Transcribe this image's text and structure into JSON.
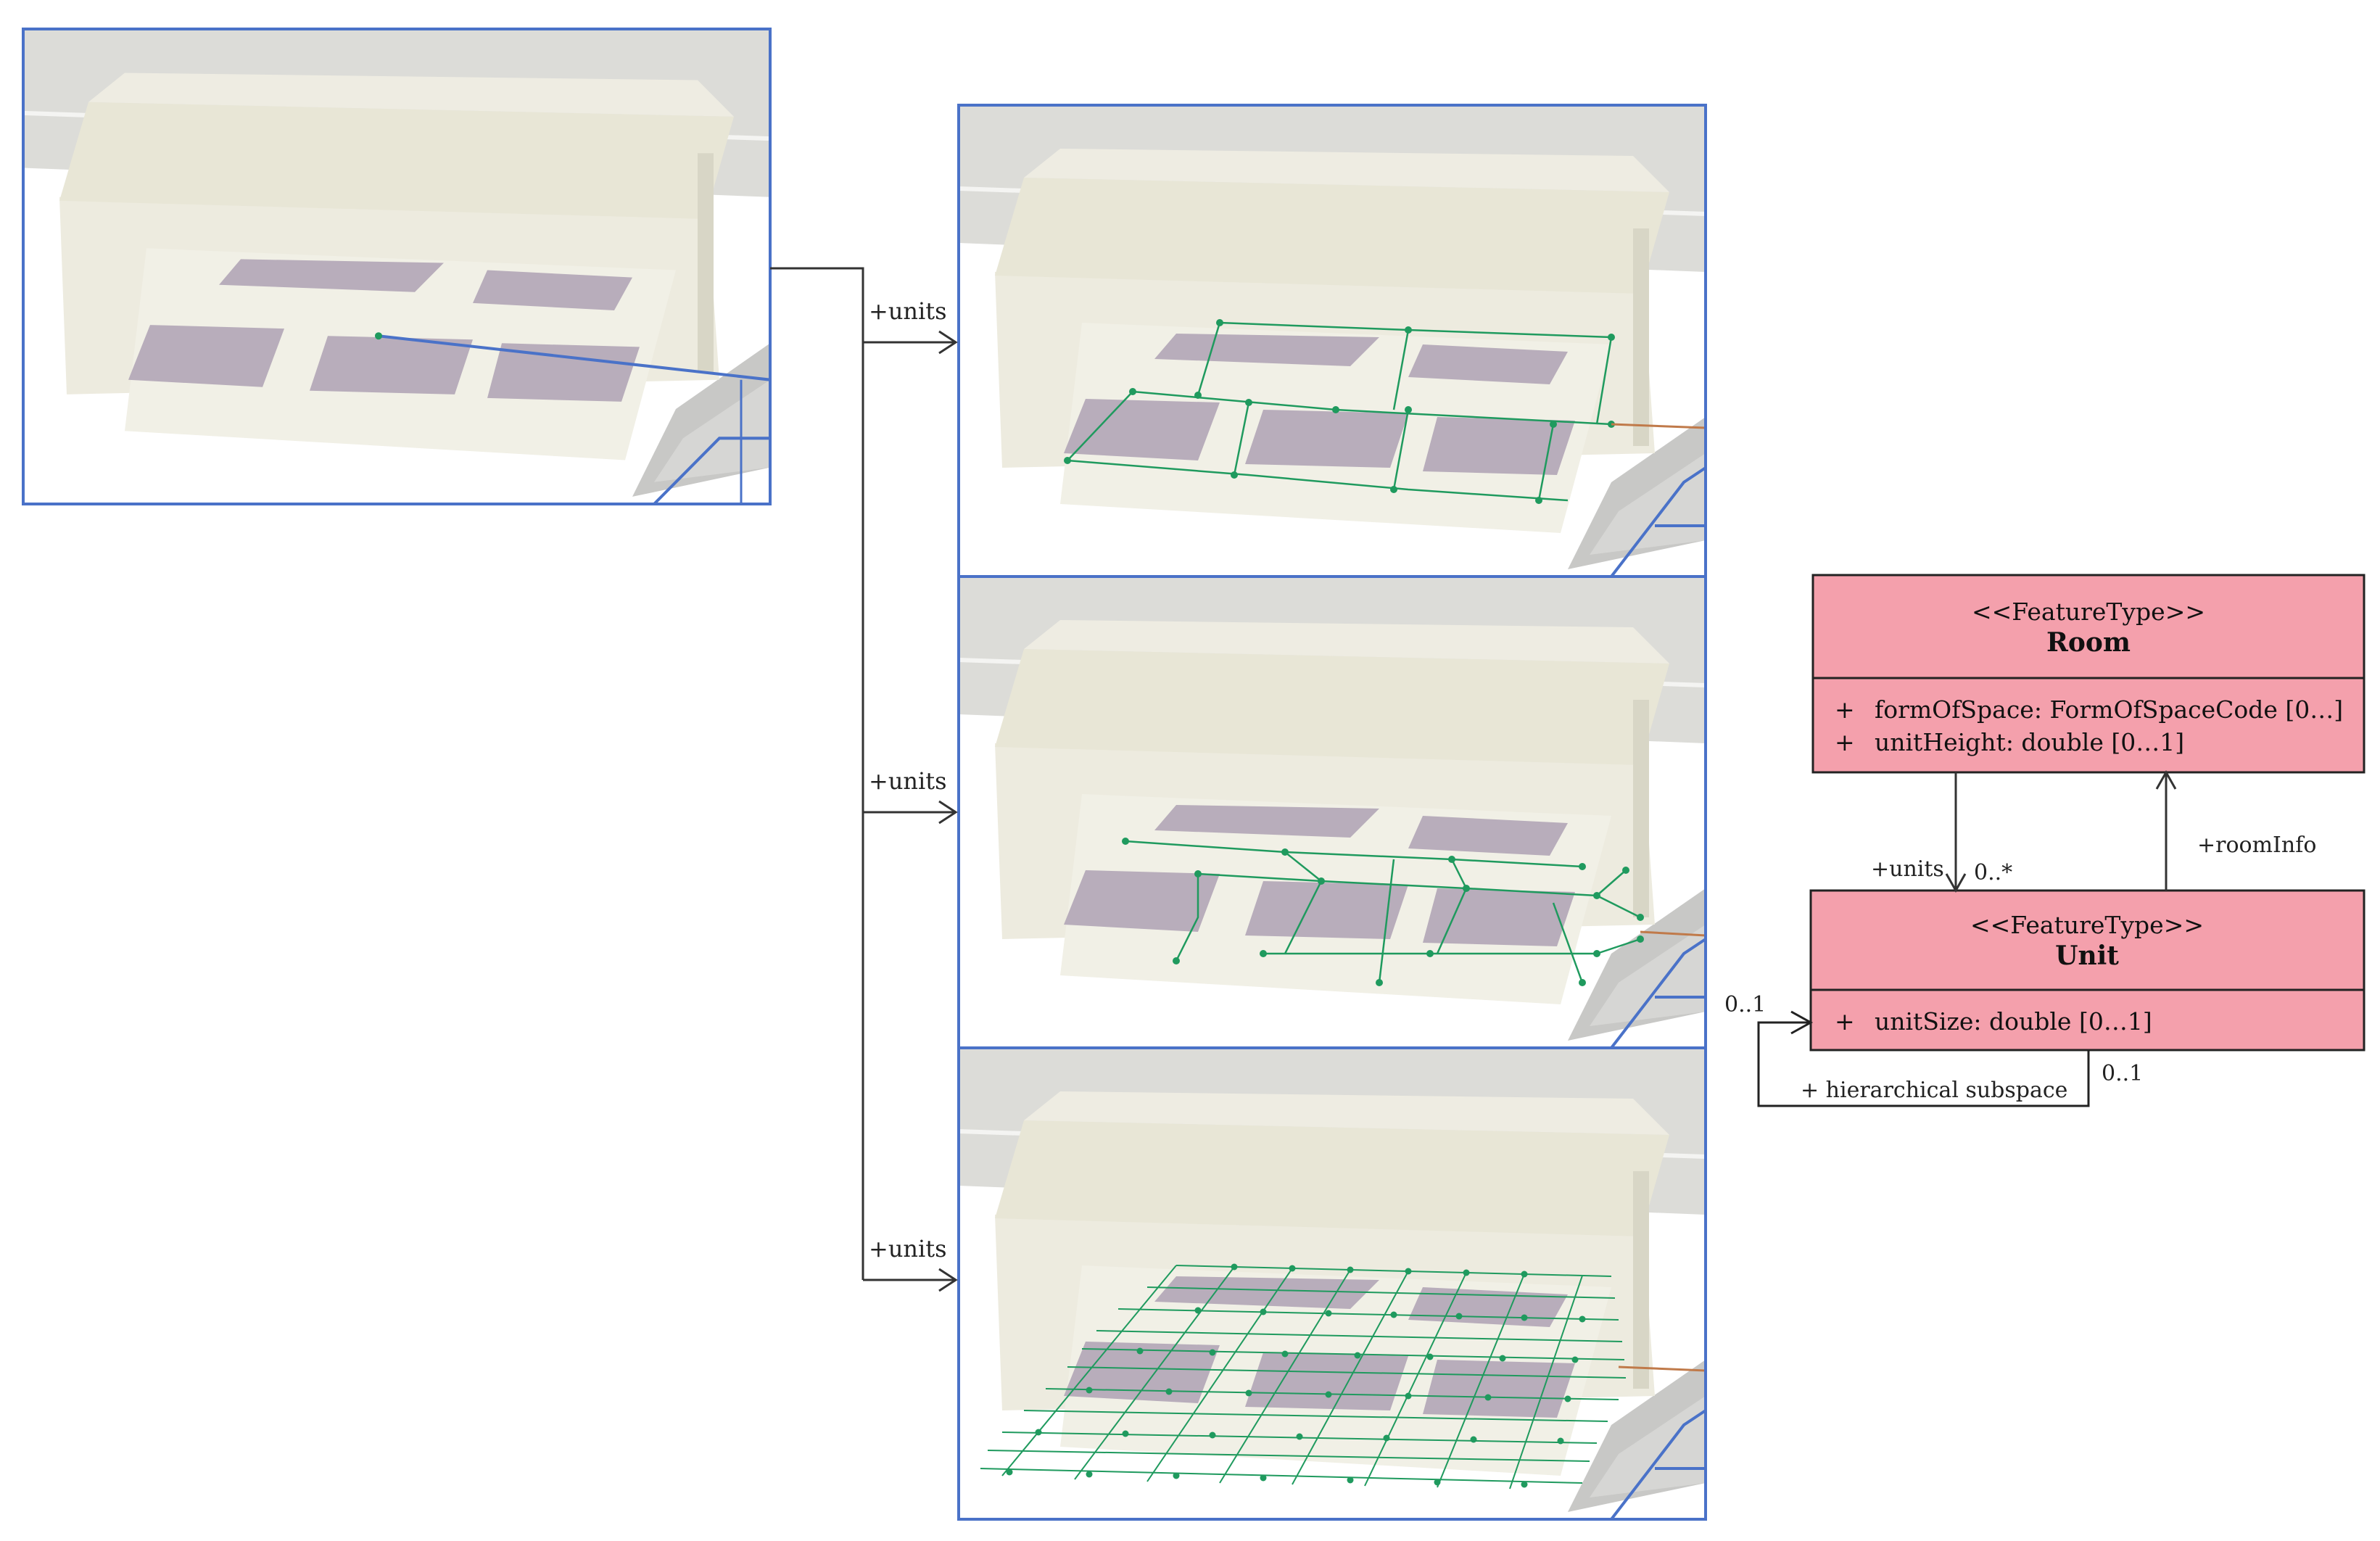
{
  "connectors": {
    "units_top": "+units",
    "units_middle": "+units",
    "units_bottom": "+units"
  },
  "uml": {
    "room": {
      "stereotype": "<<FeatureType>>",
      "name": "Room",
      "attr_plus_1": "+",
      "attr_1": "formOfSpace: FormOfSpaceCode [0…]",
      "attr_plus_2": "+",
      "attr_2": "unitHeight: double [0…1]"
    },
    "unit": {
      "stereotype": "<<FeatureType>>",
      "name": "Unit",
      "attr_plus_1": "+",
      "attr_1": "unitSize: double [0…1]"
    },
    "assoc_units_role": "+units",
    "assoc_units_mult": "0..*",
    "assoc_roominfo_role": "+roomInfo",
    "self_mult_in": "0..1",
    "self_mult_out": "0..1",
    "self_role": "+ hierarchical subspace"
  },
  "colors": {
    "panel_border": "#4a72c8",
    "uml_fill": "#f4a0ac",
    "uml_border": "#222222",
    "network": "#1f9a5e",
    "slab": "#ecebdf",
    "room": "#b9aebd",
    "ground": "#d9d9d6"
  }
}
